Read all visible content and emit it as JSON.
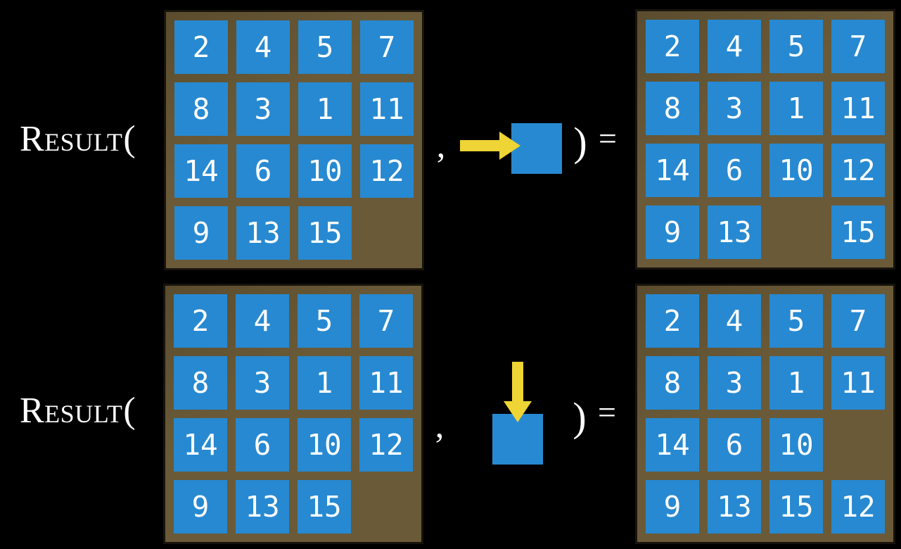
{
  "figure": {
    "function_name": "Result",
    "open_paren": "(",
    "comma": ",",
    "close_paren": ")",
    "equals": "="
  },
  "colors": {
    "background": "#000000",
    "tile_blue": "#2789d1",
    "board_brown": "#6a5a38",
    "board_brown_dark": "#5a4c2d",
    "board_border": "#17130d",
    "arrow_yellow": "#eed434",
    "text_white": "#ffffff"
  },
  "rows": [
    {
      "action_direction": "right",
      "input_board": [
        [
          2,
          4,
          5,
          7
        ],
        [
          8,
          3,
          1,
          11
        ],
        [
          14,
          6,
          10,
          12
        ],
        [
          9,
          13,
          15,
          null
        ]
      ],
      "output_board": [
        [
          2,
          4,
          5,
          7
        ],
        [
          8,
          3,
          1,
          11
        ],
        [
          14,
          6,
          10,
          12
        ],
        [
          9,
          13,
          null,
          15
        ]
      ]
    },
    {
      "action_direction": "down",
      "input_board": [
        [
          2,
          4,
          5,
          7
        ],
        [
          8,
          3,
          1,
          11
        ],
        [
          14,
          6,
          10,
          12
        ],
        [
          9,
          13,
          15,
          null
        ]
      ],
      "output_board": [
        [
          2,
          4,
          5,
          7
        ],
        [
          8,
          3,
          1,
          11
        ],
        [
          14,
          6,
          10,
          null
        ],
        [
          9,
          13,
          15,
          12
        ]
      ]
    }
  ]
}
